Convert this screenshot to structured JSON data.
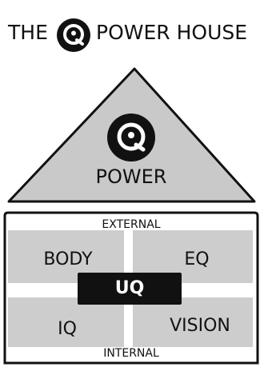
{
  "title": {
    "prefix": "THE",
    "suffix": "POWER HOUSE"
  },
  "roof": {
    "label": "POWER",
    "icon": "q-logo-icon"
  },
  "house": {
    "top_label": "EXTERNAL",
    "bottom_label": "INTERNAL",
    "center_label": "UQ",
    "quadrants": {
      "top_left": "BODY",
      "top_right": "EQ",
      "bottom_left": "IQ",
      "bottom_right": "VISION"
    }
  },
  "colors": {
    "roof_fill": "#c9c9c9",
    "panel_fill": "#cdcdcd",
    "ink": "#111111",
    "center_fill": "#111111",
    "center_text": "#ffffff"
  }
}
